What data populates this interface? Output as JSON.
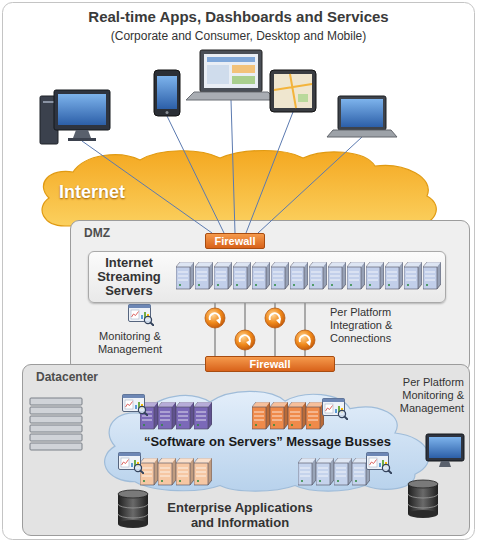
{
  "diagram": {
    "title": "Real-time Apps, Dashboards and Services",
    "nodes": [
      {
        "text": [
          "Internet"
        ]
      },
      {
        "text": [
          "DMZ"
        ]
      },
      {
        "text": [
          "Firewall"
        ],
        "in": 1
      },
      {
        "text": [
          "Internet Streaming Servers"
        ],
        "in": 1
      },
      {
        "text": [
          "Datacenter"
        ]
      },
      {
        "text": [
          "Firewall"
        ],
        "in": 4
      },
      {
        "text": [
          "“Software on Servers” Message Busses"
        ],
        "in": 4
      }
    ],
    "edges": [
      {
        "from": 3,
        "to": 5,
        "arrow": "none"
      },
      {
        "from": 3,
        "to": 5,
        "arrow": "none"
      },
      {
        "from": 3,
        "to": 5,
        "arrow": "none"
      },
      {
        "from": 3,
        "to": 5,
        "arrow": "none"
      }
    ],
    "labels": [
      "(Corporate and Consumer, Desktop and Mobile)",
      "Monitoring & Management",
      "Per Platform Integration & Connections",
      "Per Platform Monitoring & Management",
      "Enterprise Applications and Information"
    ]
  }
}
